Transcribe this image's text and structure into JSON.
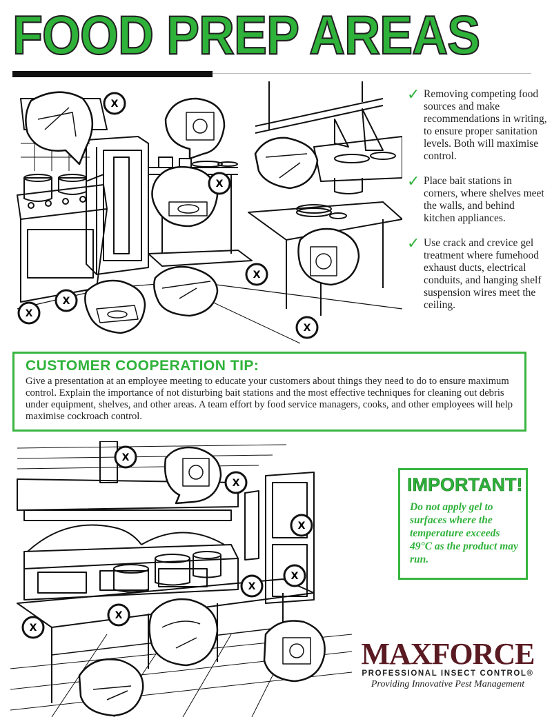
{
  "header": {
    "title": "FOOD PREP AREAS"
  },
  "checklist": [
    {
      "text": "Removing competing food sources and make recommendations in writing, to ensure proper sanitation levels. Both will maximise control."
    },
    {
      "text": "Place bait stations in corners, where shelves meet the walls, and behind kitchen appliances."
    },
    {
      "text": "Use crack and crevice gel treatment where fumehood exhaust ducts, electrical conduits, and hanging shelf suspension wires meet the ceiling."
    }
  ],
  "tip": {
    "heading": "CUSTOMER COOPERATION TIP:",
    "body": "Give a presentation at an employee meeting to educate your customers about things they need to do to ensure maximum control. Explain the importance of not disturbing bait stations and the most effective techniques for cleaning out debris under equipment, shelves, and other areas. A team effort by food service managers, cooks, and other employees will help maximise cockroach control."
  },
  "important": {
    "heading": "IMPORTANT!",
    "body": "Do not apply gel to surfaces where the temperature exceeds 49°C as the product may run."
  },
  "logo": {
    "word": "MAXFORCE",
    "tagline": "PROFESSIONAL INSECT CONTROL®",
    "slogan": "Providing Innovative Pest Management"
  },
  "marker_label": "X",
  "colors": {
    "brand_green": "#2fb23a",
    "logo_maroon": "#5a1a22"
  }
}
